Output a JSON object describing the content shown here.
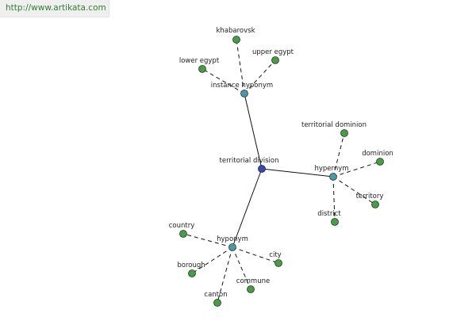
{
  "header": {
    "url_link": "http://www.artikata.com"
  },
  "colors": {
    "leaf_node": "#4a9a4a",
    "relation_node": "#4f95a3",
    "root_node": "#3b4aa3",
    "edge": "#111111",
    "link_text": "#2f7f2f"
  },
  "graph": {
    "root": "territorial division",
    "relations": [
      {
        "label": "instance hyponym",
        "children": [
          "khabarovsk",
          "upper egypt",
          "lower egypt"
        ]
      },
      {
        "label": "hypernym",
        "children": [
          "territorial dominion",
          "dominion",
          "territory",
          "district"
        ]
      },
      {
        "label": "hyponym",
        "children": [
          "country",
          "city",
          "borough",
          "commune",
          "canton"
        ]
      }
    ]
  }
}
